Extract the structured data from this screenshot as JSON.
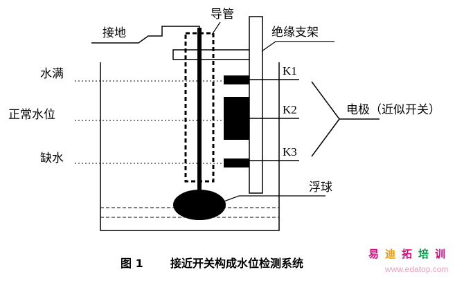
{
  "labels": {
    "ground": "接地",
    "guide_tube": "导管",
    "insulating_bracket": "绝缘支架",
    "water_full": "水满",
    "normal_level": "正常水位",
    "water_low": "缺水",
    "k1": "K1",
    "k2": "K2",
    "k3": "K3",
    "electrode": "电极（近似开关）",
    "float_ball": "浮球"
  },
  "caption": {
    "figure_no": "图 1",
    "title": "接近开关构成水位检测系统"
  },
  "watermark": {
    "chars": [
      "易",
      "迪",
      "拓",
      "培",
      "训"
    ],
    "colors": [
      "#e4007f",
      "#f39800",
      "#e4007f",
      "#009944",
      "#e4007f"
    ],
    "url": "www.edatop.com"
  }
}
